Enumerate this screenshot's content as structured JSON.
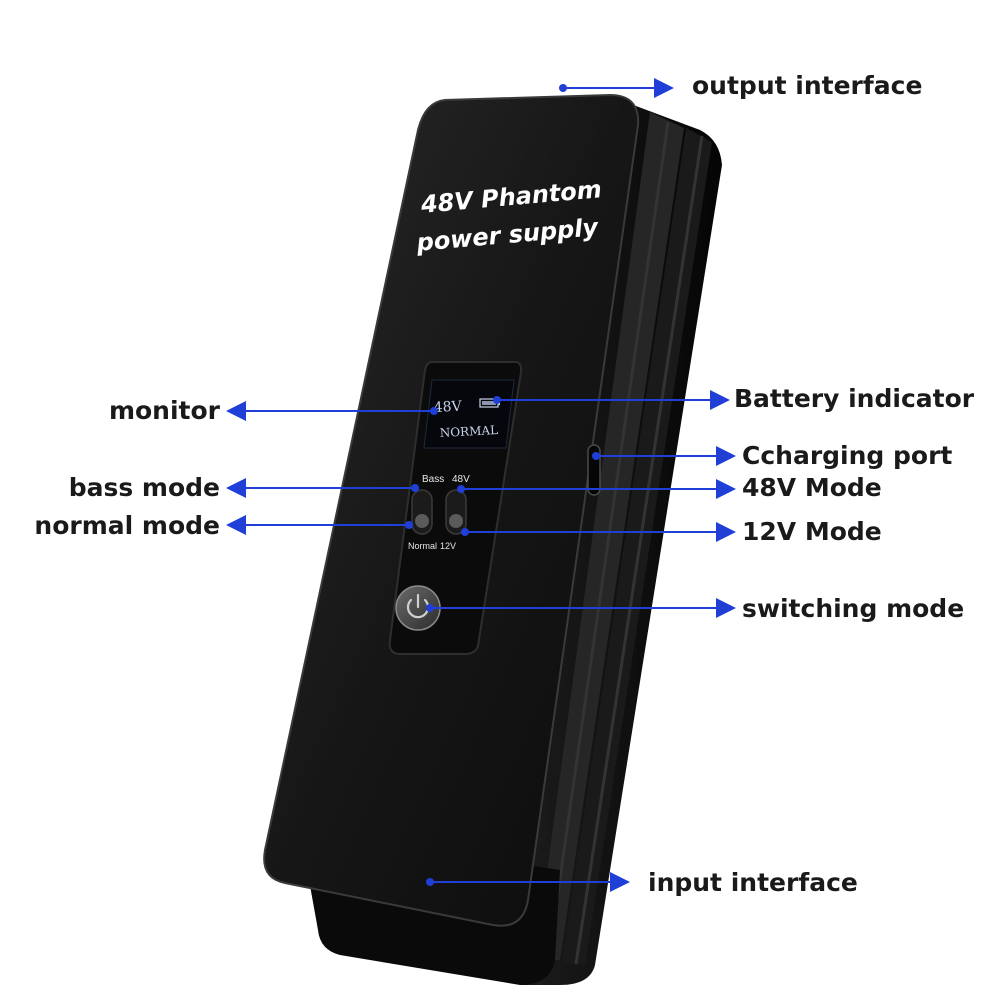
{
  "device": {
    "title_line1": "48V Phantom",
    "title_line2": "power supply",
    "screen_voltage": "48V",
    "screen_mode": "NORMAL",
    "switch_left_top": "Bass",
    "switch_left_bottom": "Normal",
    "switch_right_top": "48V",
    "switch_right_bottom": "12V"
  },
  "callouts": {
    "output_interface": "output interface",
    "monitor": "monitor",
    "battery_indicator": "Battery indicator",
    "charging_port": "Ccharging port",
    "bass_mode": "bass mode",
    "mode_48v": "48V Mode",
    "normal_mode": "normal mode",
    "mode_12v": "12V Mode",
    "switching_mode": "switching mode",
    "input_interface": "input interface"
  },
  "colors": {
    "arrow": "#1f3fd6",
    "device_body": "#121212",
    "background": "#ffffff"
  }
}
